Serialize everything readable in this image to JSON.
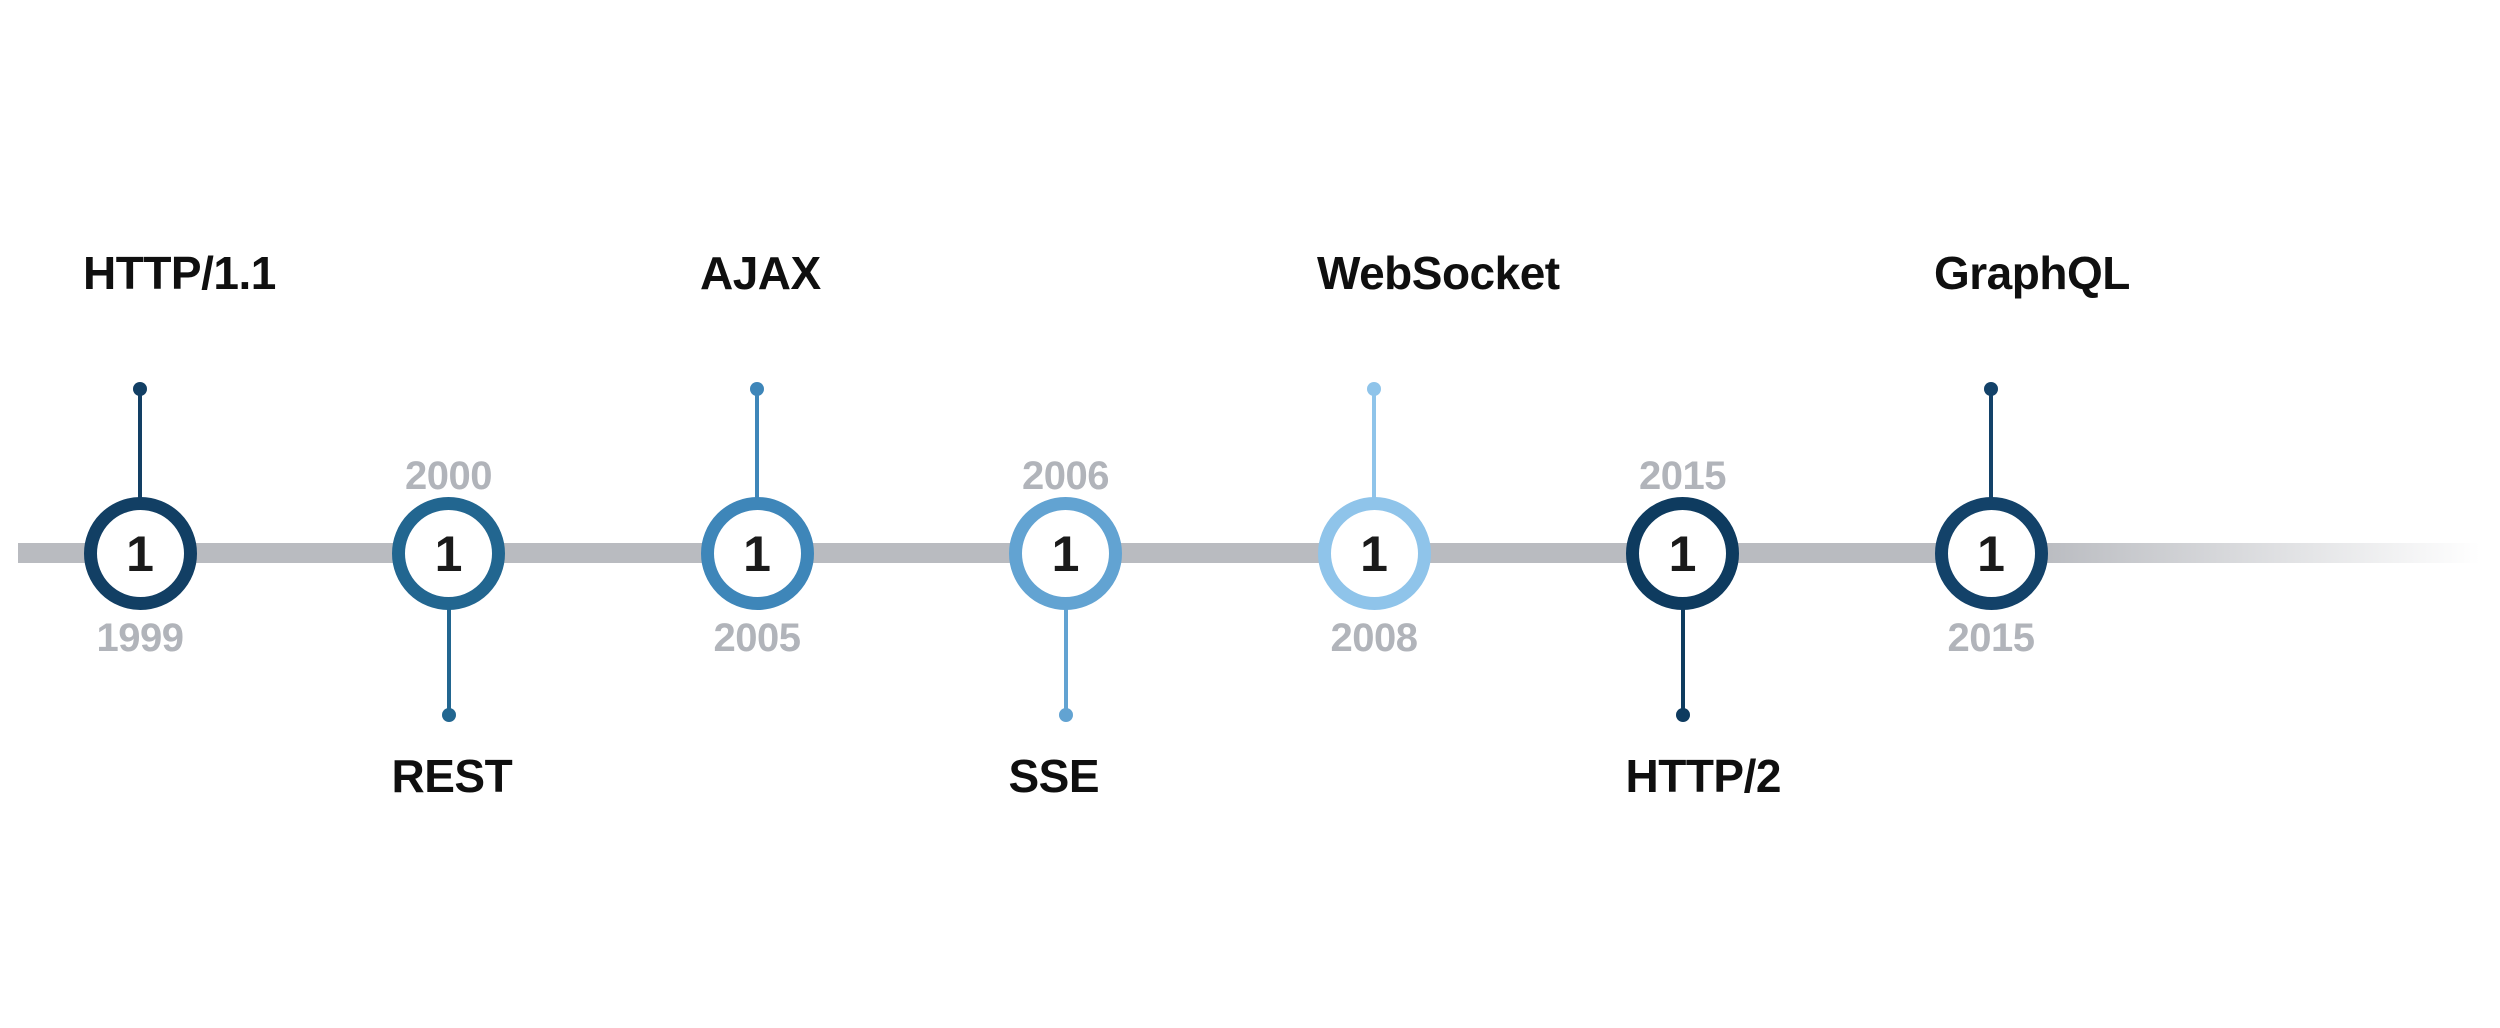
{
  "timeline": {
    "background_color": "#ffffff",
    "line_color": "#b9bbc0",
    "year_text_color": "#b1b4ba",
    "name_text_color": "#0f0f0f",
    "badge_text_color": "#1a1a1a",
    "events": [
      {
        "name": "HTTP/1.1",
        "year": "1999",
        "badge": "1",
        "name_side": "above",
        "color": "#123f64"
      },
      {
        "name": "REST",
        "year": "2000",
        "badge": "1",
        "name_side": "below",
        "color": "#226690"
      },
      {
        "name": "AJAX",
        "year": "2005",
        "badge": "1",
        "name_side": "above",
        "color": "#3e86b9"
      },
      {
        "name": "SSE",
        "year": "2006",
        "badge": "1",
        "name_side": "below",
        "color": "#62a3d2"
      },
      {
        "name": "WebSocket",
        "year": "2008",
        "badge": "1",
        "name_side": "above",
        "color": "#8fc4ea"
      },
      {
        "name": "HTTP/2",
        "year": "2015",
        "badge": "1",
        "name_side": "below",
        "color": "#0e3b5f"
      },
      {
        "name": "GraphQL",
        "year": "2015",
        "badge": "1",
        "name_side": "above",
        "color": "#134269"
      }
    ]
  }
}
